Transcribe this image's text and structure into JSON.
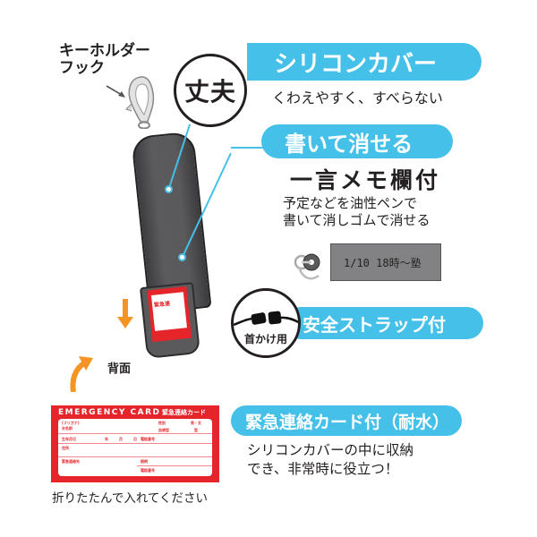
{
  "keyholder": {
    "label_line1": "キーホルダー",
    "label_line2": "フック"
  },
  "badge_sturdy": {
    "label": "丈夫"
  },
  "feature_silicone": {
    "title": "シリコンカバー",
    "subtitle": "くわえやすく、すべらない"
  },
  "feature_writable": {
    "title": "書いて消せる",
    "heading": "一言メモ欄付",
    "desc_line1": "予定などを油性ペンで",
    "desc_line2": "書いて消しゴムで消せる",
    "memo_sample": "1/10 18時〜塾"
  },
  "feature_strap": {
    "title": "安全ストラップ付",
    "badge_label": "首かけ用"
  },
  "back_label": "背面",
  "emergency_card": {
    "title_en": "EMERGENCY CARD",
    "title_jp": "緊急連絡カード",
    "fields": [
      "(フリガナ)",
      "お名前",
      "生年月日",
      "年",
      "月",
      "日",
      "電話番号",
      "住所",
      "緊急連絡先",
      "続柄",
      "電話番号",
      "性別",
      "男・女",
      "血液型",
      "型"
    ],
    "caption": "折りたたんで入れてください"
  },
  "feature_card": {
    "title": "緊急連絡カード付（耐水）",
    "desc_line1": "シリコンカバーの中に収納",
    "desc_line2": "でき、非常時に役立つ！"
  },
  "colors": {
    "accent_blue": "#45c0e8",
    "card_red": "#e5252a",
    "arrow_orange": "#f39424",
    "body_gray": "#58585a",
    "text": "#231f20"
  }
}
